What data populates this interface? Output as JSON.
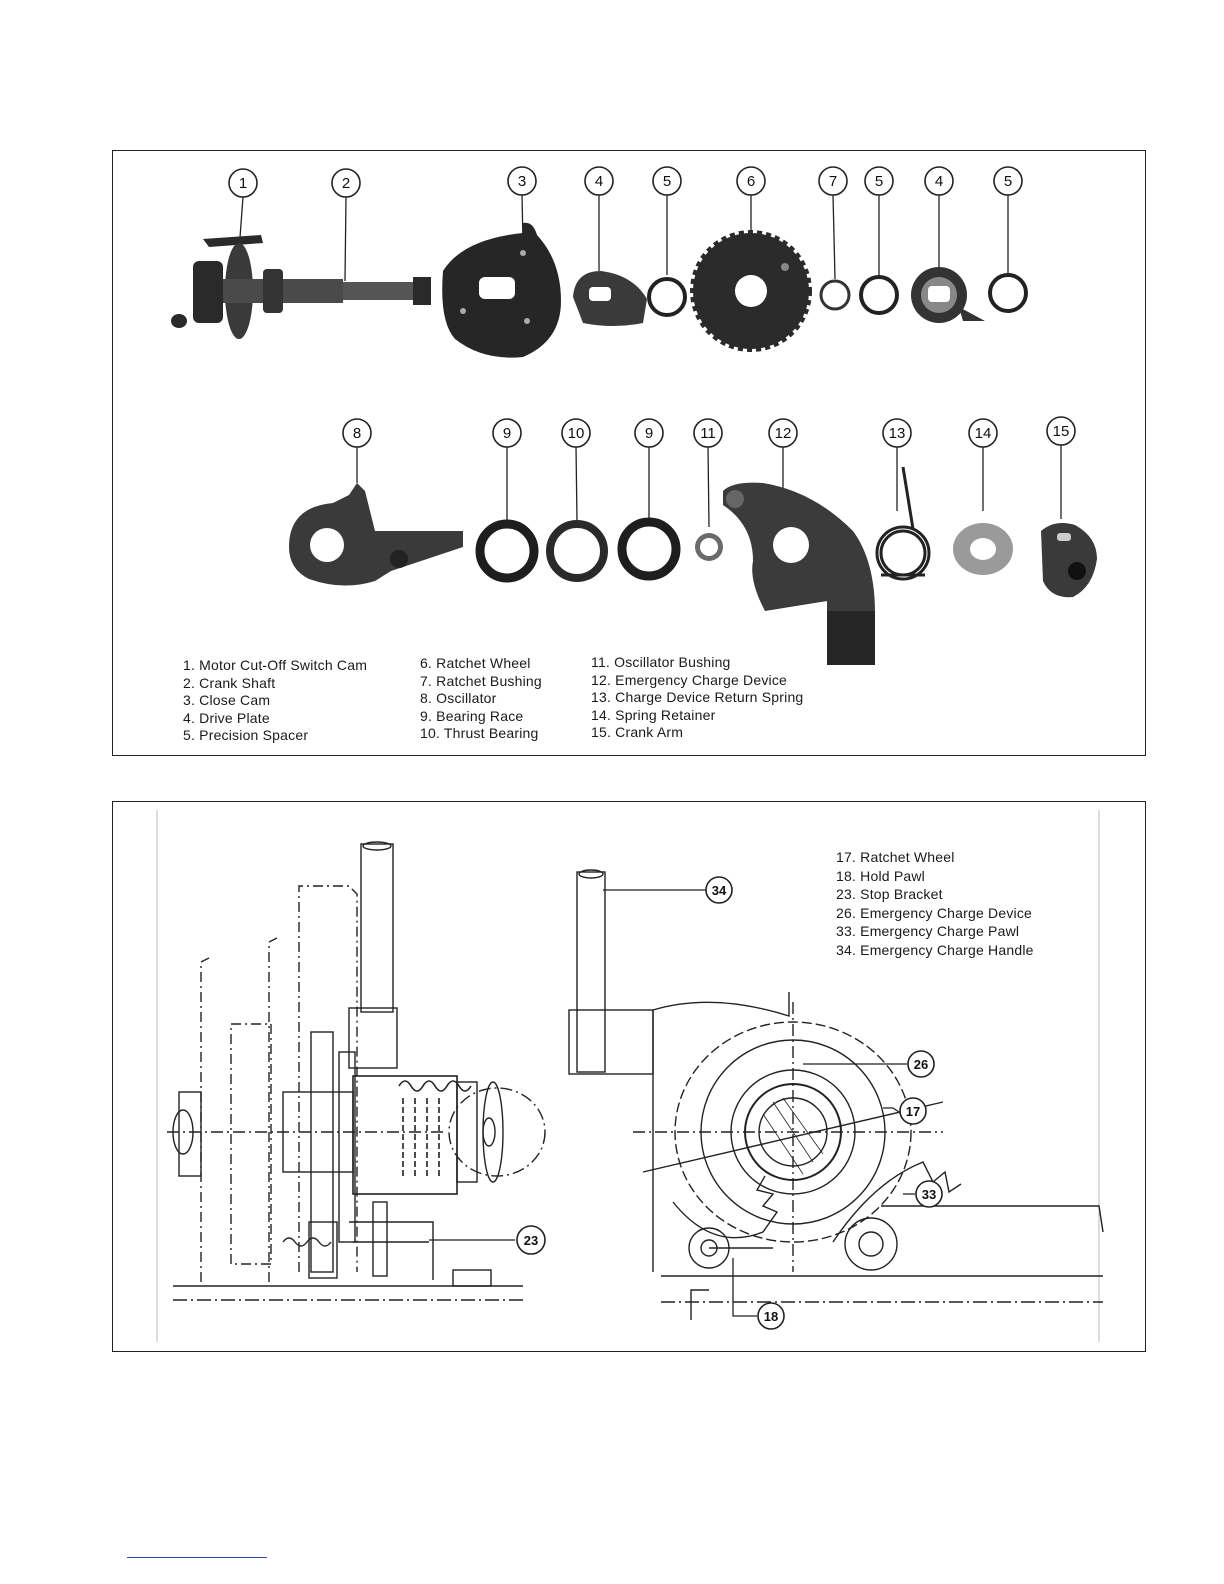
{
  "top_figure": {
    "callout_numbers": [
      "1",
      "2",
      "3",
      "4",
      "5",
      "6",
      "7",
      "5",
      "4",
      "5",
      "8",
      "9",
      "10",
      "9",
      "11",
      "12",
      "13",
      "14",
      "15"
    ],
    "legend": [
      [
        "1.  Motor Cut-Off Switch Cam",
        "2.  Crank Shaft",
        "3.  Close Cam",
        "4.  Drive Plate",
        "5.  Precision Spacer"
      ],
      [
        "6.  Ratchet Wheel",
        "7.  Ratchet Bushing",
        "8.  Oscillator",
        "9.  Bearing Race",
        "10.  Thrust Bearing"
      ],
      [
        "11.  Oscillator Bushing",
        "12.  Emergency Charge Device",
        "13.  Charge Device Return Spring",
        "14.  Spring Retainer",
        "15.  Crank Arm"
      ]
    ]
  },
  "bottom_figure": {
    "callout_numbers": [
      "23",
      "34",
      "26",
      "17",
      "33",
      "18"
    ],
    "legend": [
      "17.  Ratchet Wheel",
      "18.  Hold Pawl",
      "23.  Stop Bracket",
      "26.  Emergency Charge Device",
      "33.  Emergency Charge Pawl",
      "34.  Emergency Charge Handle"
    ]
  }
}
